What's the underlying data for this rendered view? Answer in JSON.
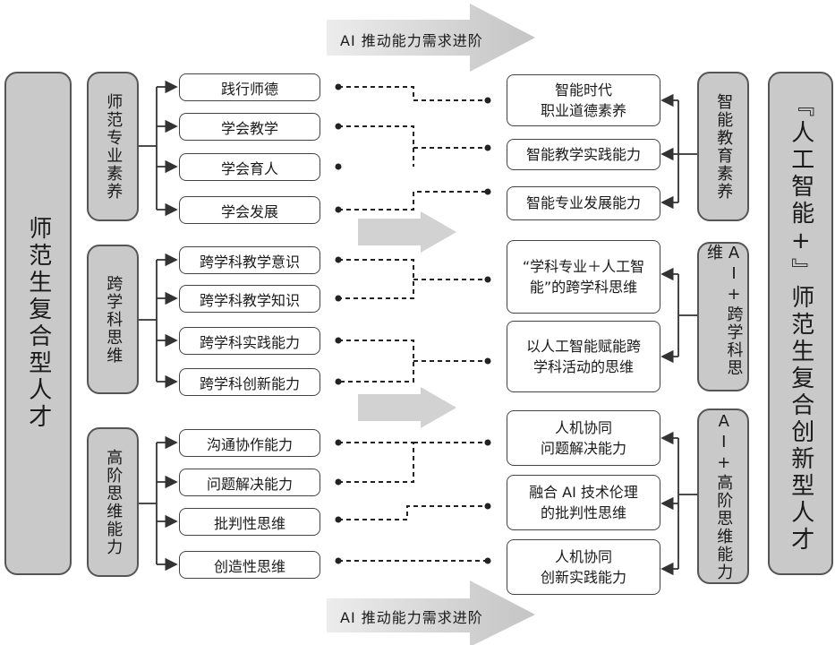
{
  "banner_top": "AI 推动能力需求进阶",
  "banner_bottom": "AI 推动能力需求进阶",
  "left_main": "师范生复合型人才",
  "right_main": "『人工智能+』师范生复合创新型人才",
  "left_groups": [
    {
      "label": "师范专业素养",
      "items": [
        "践行师德",
        "学会教学",
        "学会育人",
        "学会发展"
      ]
    },
    {
      "label": "跨学科思维",
      "items": [
        "跨学科教学意识",
        "跨学科教学知识",
        "跨学科实践能力",
        "跨学科创新能力"
      ]
    },
    {
      "label": "高阶思维能力",
      "items": [
        "沟通协作能力",
        "问题解决能力",
        "批判性思维",
        "创造性思维"
      ]
    }
  ],
  "right_groups": [
    {
      "label": "智能教育素养",
      "items": [
        [
          "智能时代",
          "职业道德素养"
        ],
        [
          "智能教学实践能力"
        ],
        [
          "智能专业发展能力"
        ]
      ]
    },
    {
      "label": "AI+跨学科思维",
      "items": [
        [
          "“学科专业＋人工智",
          "能”的跨学科思维"
        ],
        [
          "以人工智能赋能跨",
          "学科活动的思维"
        ]
      ]
    },
    {
      "label": "AI+高阶思维能力",
      "items": [
        [
          "人机协同",
          "问题解决能力"
        ],
        [
          "融合 AI 技术伦理",
          "的批判性思维"
        ],
        [
          "人机协同",
          "创新实践能力"
        ]
      ]
    }
  ]
}
